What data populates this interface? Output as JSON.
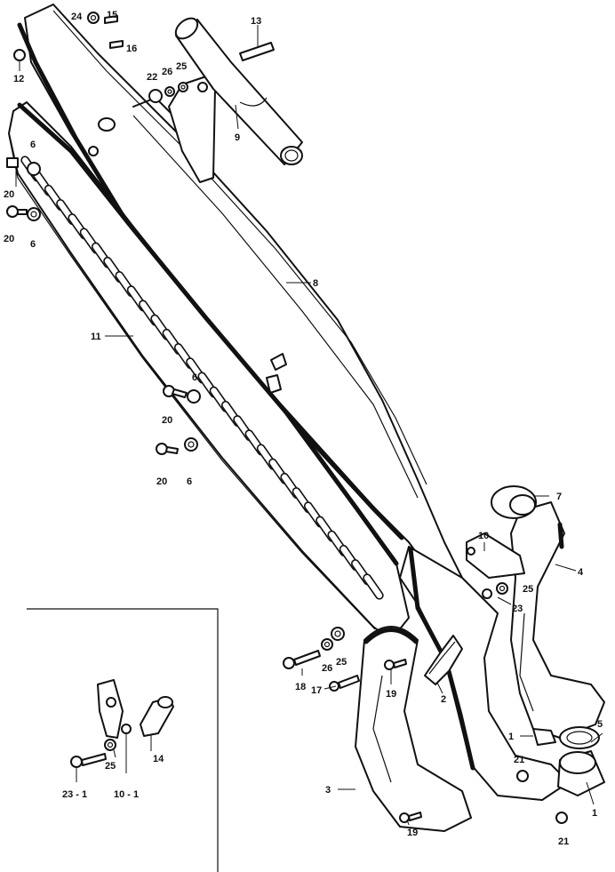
{
  "callouts": [
    {
      "id": "c24",
      "text": "24"
    },
    {
      "id": "c15",
      "text": "15"
    },
    {
      "id": "c16",
      "text": "16"
    },
    {
      "id": "c13",
      "text": "13"
    },
    {
      "id": "c12",
      "text": "12"
    },
    {
      "id": "c22",
      "text": "22"
    },
    {
      "id": "c26a",
      "text": "26"
    },
    {
      "id": "c25a",
      "text": "25"
    },
    {
      "id": "c9",
      "text": "9"
    },
    {
      "id": "c6a",
      "text": "6"
    },
    {
      "id": "c20a",
      "text": "20"
    },
    {
      "id": "c20b",
      "text": "20"
    },
    {
      "id": "c6b",
      "text": "6"
    },
    {
      "id": "c8",
      "text": "8"
    },
    {
      "id": "c11",
      "text": "11"
    },
    {
      "id": "c6c",
      "text": "6"
    },
    {
      "id": "c20c",
      "text": "20"
    },
    {
      "id": "c20d",
      "text": "20"
    },
    {
      "id": "c6d",
      "text": "6"
    },
    {
      "id": "c7",
      "text": "7"
    },
    {
      "id": "c10",
      "text": "10"
    },
    {
      "id": "c4",
      "text": "4"
    },
    {
      "id": "c25b",
      "text": "25"
    },
    {
      "id": "c23",
      "text": "23"
    },
    {
      "id": "c26b",
      "text": "26"
    },
    {
      "id": "c25c",
      "text": "25"
    },
    {
      "id": "c18",
      "text": "18"
    },
    {
      "id": "c17",
      "text": "17"
    },
    {
      "id": "c19a",
      "text": "19"
    },
    {
      "id": "c2",
      "text": "2"
    },
    {
      "id": "c5",
      "text": "5"
    },
    {
      "id": "c1a",
      "text": "1"
    },
    {
      "id": "c21a",
      "text": "21"
    },
    {
      "id": "c1b",
      "text": "1"
    },
    {
      "id": "c3",
      "text": "3"
    },
    {
      "id": "c19b",
      "text": "19"
    },
    {
      "id": "c21b",
      "text": "21"
    },
    {
      "id": "c14",
      "text": "14"
    },
    {
      "id": "c25d",
      "text": "25"
    },
    {
      "id": "c23-1",
      "text": "23 - 1"
    },
    {
      "id": "c10-1",
      "text": "10 - 1"
    }
  ]
}
